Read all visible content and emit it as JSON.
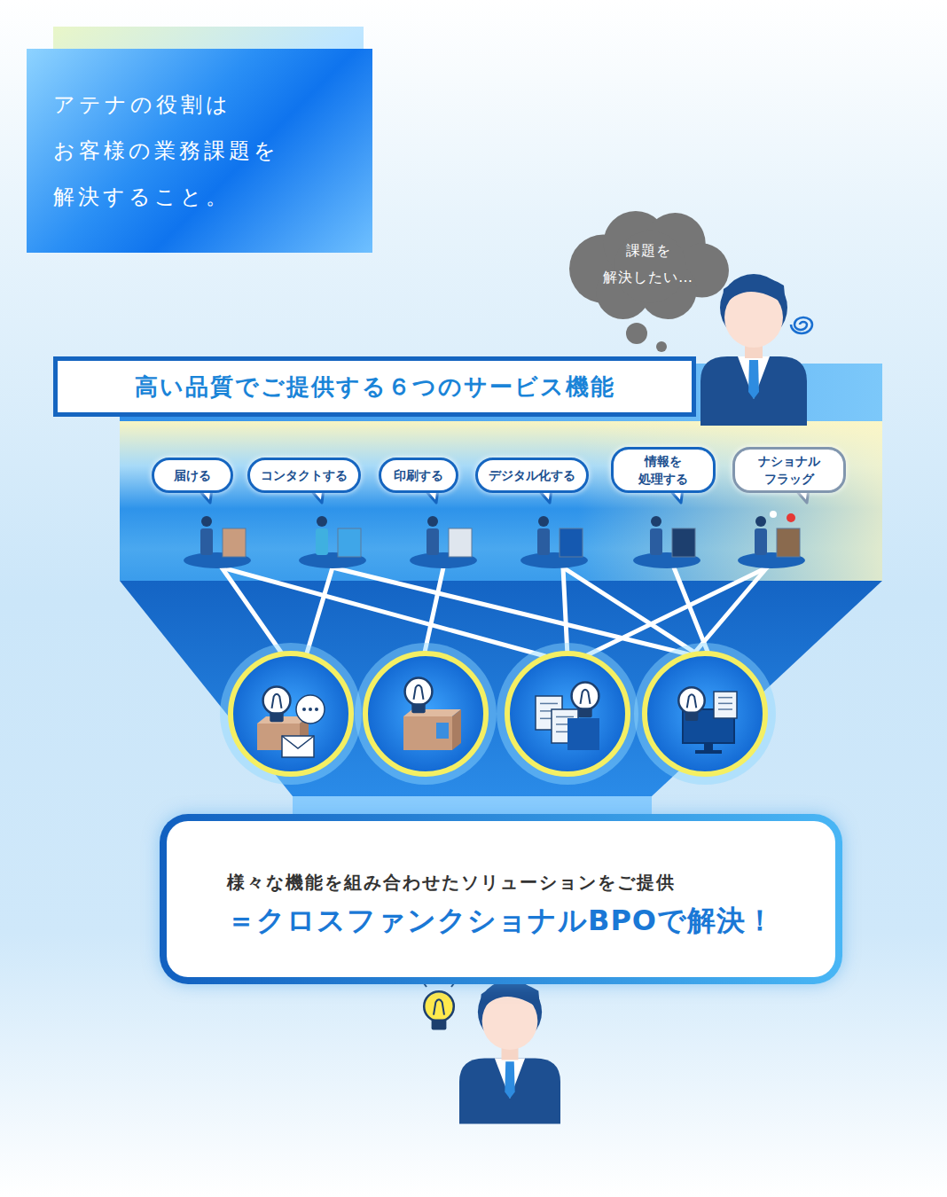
{
  "diagram": {
    "nodes": [
      {
        "text": [
          "アテナの役割は お客様の業務課題を 解決すること。"
        ]
      },
      {
        "text": [
          "課題を 解決したい…"
        ]
      },
      {
        "text": [
          "高い品質でご提供する６つのサービス機能"
        ]
      },
      {
        "text": [
          "届ける"
        ]
      },
      {
        "text": [
          "コンタクトする"
        ]
      },
      {
        "text": [
          "印刷する"
        ]
      },
      {
        "text": [
          "デジタル化する"
        ]
      },
      {
        "text": [
          "情報を 処理する"
        ]
      },
      {
        "text": [
          "ナショナル フラッグ"
        ]
      },
      {
        "text": [
          "様々な機能を組み合わせたソリューションをご提供",
          "＝クロスファンクショナルBPOで解決！"
        ]
      }
    ]
  }
}
